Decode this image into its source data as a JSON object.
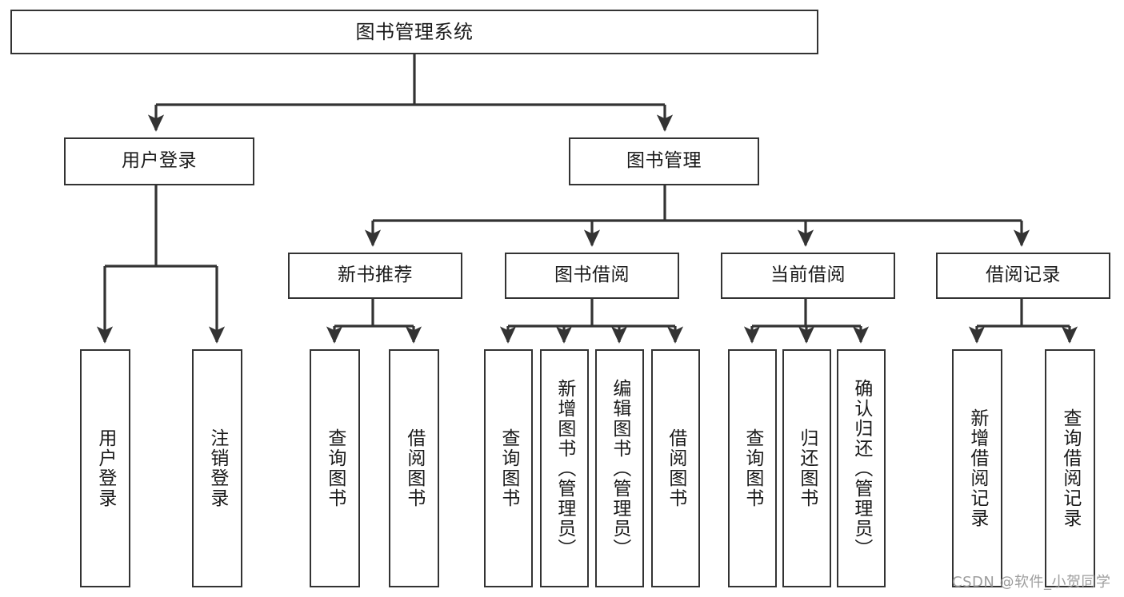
{
  "diagram": {
    "type": "tree-hierarchy-chart",
    "title": "图书管理系统",
    "watermark": "CSDN @软件_小贺同学",
    "colors": {
      "background": "#ffffff",
      "box_border": "#333333",
      "box_fill": "#ffffff",
      "text": "#1a1a1a",
      "edge": "#333333",
      "watermark": "#9d9d9d"
    },
    "nodes": {
      "root": {
        "label": "图书管理系统",
        "orientation": "horizontal"
      },
      "level2": [
        {
          "label": "用户登录",
          "orientation": "horizontal"
        },
        {
          "label": "图书管理",
          "orientation": "horizontal"
        }
      ],
      "level3": [
        {
          "label": "新书推荐",
          "orientation": "horizontal"
        },
        {
          "label": "图书借阅",
          "orientation": "horizontal"
        },
        {
          "label": "当前借阅",
          "orientation": "horizontal"
        },
        {
          "label": "借阅记录",
          "orientation": "horizontal"
        }
      ],
      "leaves_user_login": [
        {
          "label": "用户登录",
          "orientation": "vertical"
        },
        {
          "label": "注销登录",
          "orientation": "vertical"
        }
      ],
      "leaves_new_book": [
        {
          "label": "查询图书",
          "orientation": "vertical"
        },
        {
          "label": "借阅图书",
          "orientation": "vertical"
        }
      ],
      "leaves_book_borrow": [
        {
          "label": "查询图书",
          "orientation": "vertical"
        },
        {
          "label": "新增图书（管理员）",
          "orientation": "vertical"
        },
        {
          "label": "编辑图书（管理员）",
          "orientation": "vertical"
        },
        {
          "label": "借阅图书",
          "orientation": "vertical"
        }
      ],
      "leaves_current_borrow": [
        {
          "label": "查询图书",
          "orientation": "vertical"
        },
        {
          "label": "归还图书",
          "orientation": "vertical"
        },
        {
          "label": "确认归还（管理员）",
          "orientation": "vertical"
        }
      ],
      "leaves_borrow_record": [
        {
          "label": "新增借阅记录",
          "orientation": "vertical"
        },
        {
          "label": "查询借阅记录",
          "orientation": "vertical"
        }
      ]
    }
  }
}
